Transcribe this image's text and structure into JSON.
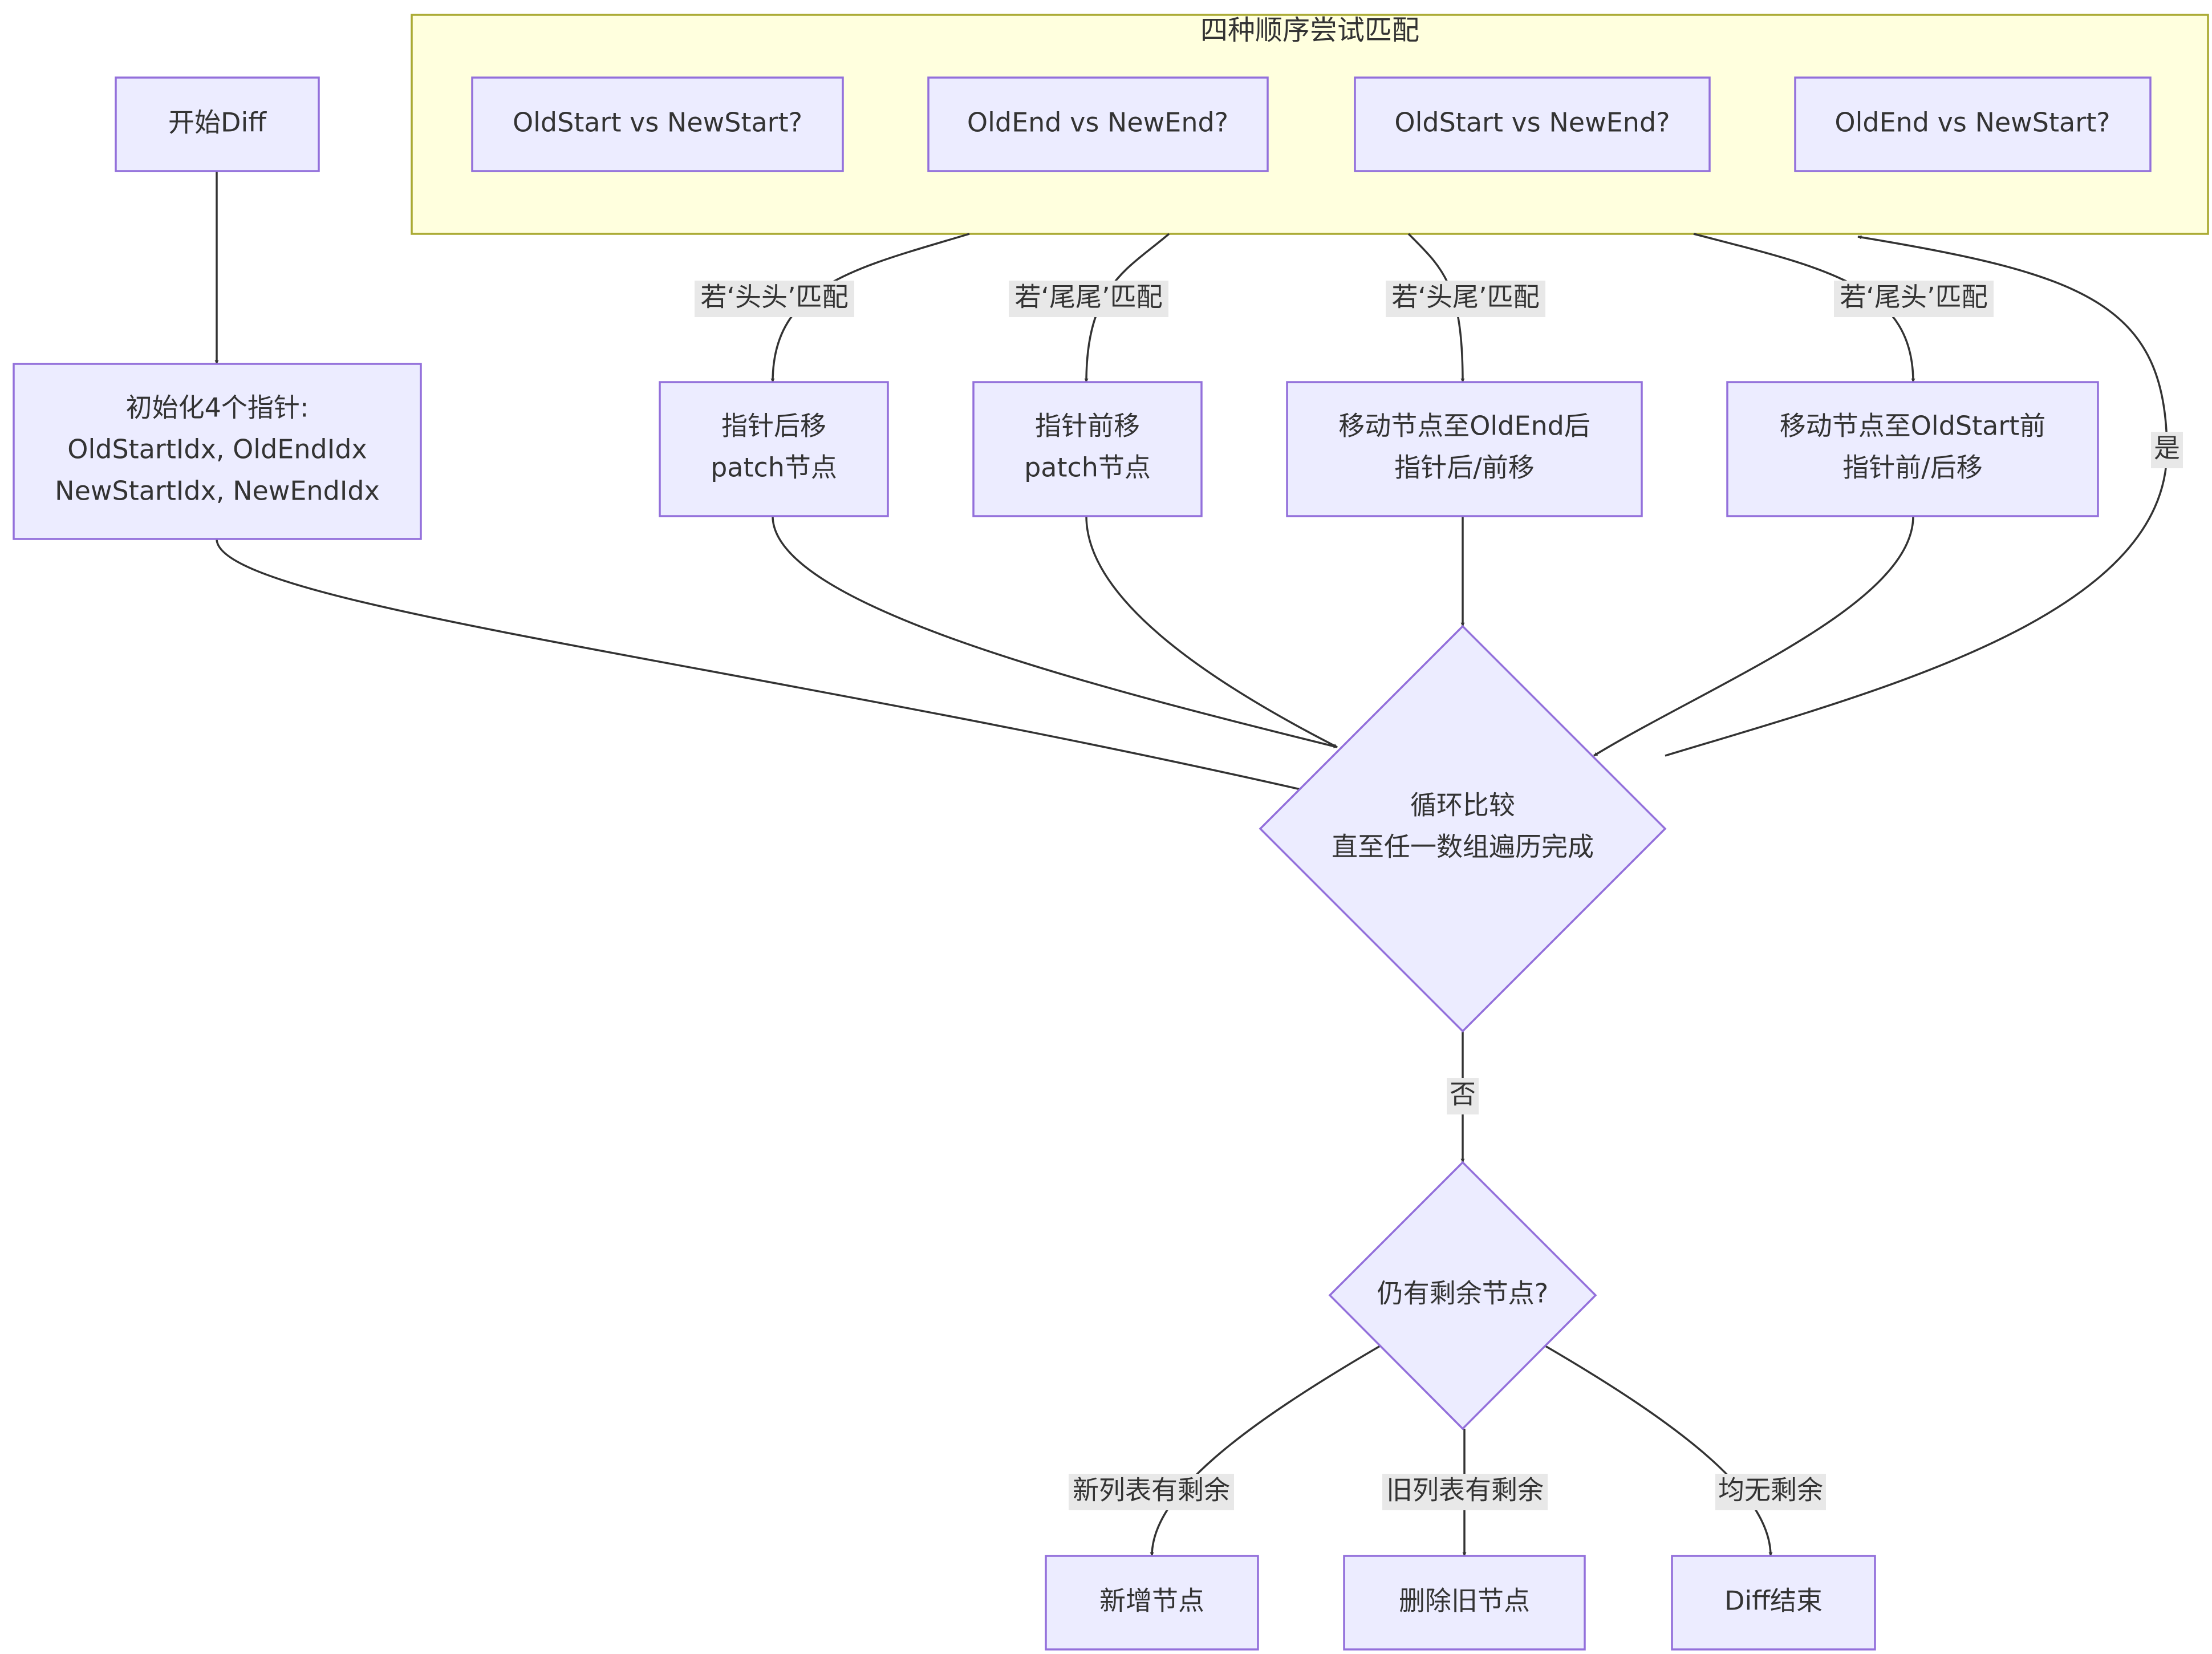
{
  "cluster": {
    "title": "四种顺序尝试匹配"
  },
  "nodes": {
    "start": "开始Diff",
    "init": {
      "line1": "初始化4个指针:",
      "line2": "OldStartIdx, OldEndIdx",
      "line3": "NewStartIdx, NewEndIdx"
    },
    "cmp1": "OldStart vs NewStart?",
    "cmp2": "OldEnd vs NewEnd?",
    "cmp3": "OldStart vs NewEnd?",
    "cmp4": "OldEnd vs NewStart?",
    "act1": {
      "line1": "指针后移",
      "line2": "patch节点"
    },
    "act2": {
      "line1": "指针前移",
      "line2": "patch节点"
    },
    "act3": {
      "line1": "移动节点至OldEnd后",
      "line2": "指针后/前移"
    },
    "act4": {
      "line1": "移动节点至OldStart前",
      "line2": "指针前/后移"
    },
    "loop": {
      "line1": "循环比较",
      "line2": "直至任一数组遍历完成"
    },
    "remain": "仍有剩余节点?",
    "add": "新增节点",
    "del": "删除旧节点",
    "end": "Diff结束"
  },
  "edge_labels": {
    "head_head": "若‘头头’匹配",
    "tail_tail": "若‘尾尾’匹配",
    "head_tail": "若‘头尾’匹配",
    "tail_head": "若‘尾头’匹配",
    "yes": "是",
    "no": "否",
    "new_remain": "新列表有剩余",
    "old_remain": "旧列表有剩余",
    "none_remain": "均无剩余"
  },
  "colors": {
    "node_fill": "#ECECFF",
    "node_stroke": "#9370DB",
    "cluster_fill": "#FFFFDE",
    "cluster_stroke": "#AAAA33",
    "edge": "#333333",
    "label_bg": "#E8E8E8"
  }
}
